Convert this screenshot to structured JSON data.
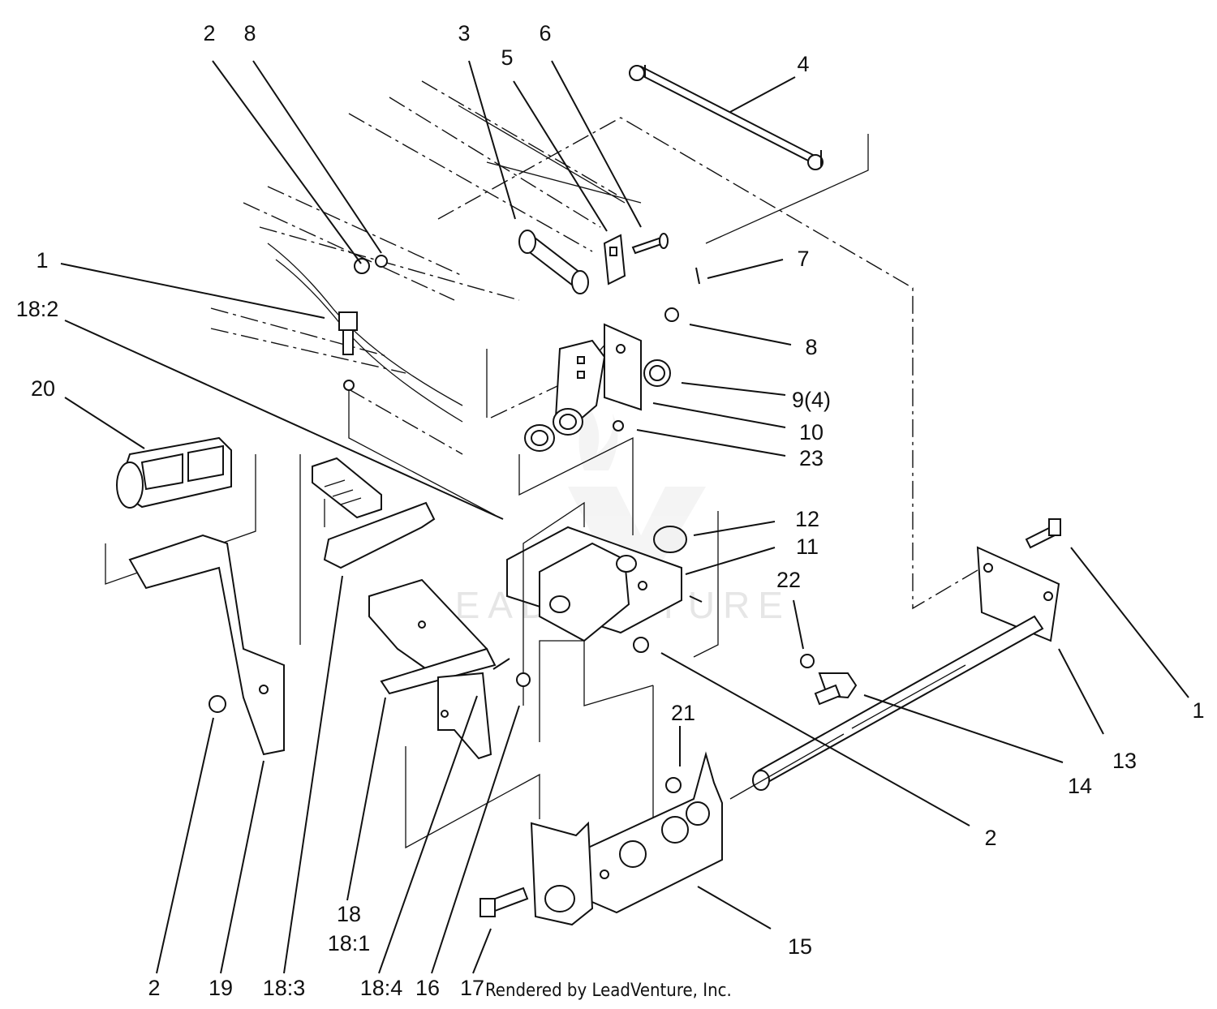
{
  "diagram": {
    "credit": "Rendered by LeadVenture, Inc.",
    "watermark": "LEADVENTURE",
    "callouts": [
      "2",
      "8",
      "3",
      "5",
      "6",
      "4",
      "1",
      "7",
      "18:2",
      "8",
      "9(4)",
      "10",
      "23",
      "20",
      "12",
      "11",
      "22",
      "1",
      "13",
      "14",
      "21",
      "2",
      "18",
      "18:1",
      "15",
      "2",
      "19",
      "18:3",
      "18:4",
      "16",
      "17"
    ]
  }
}
